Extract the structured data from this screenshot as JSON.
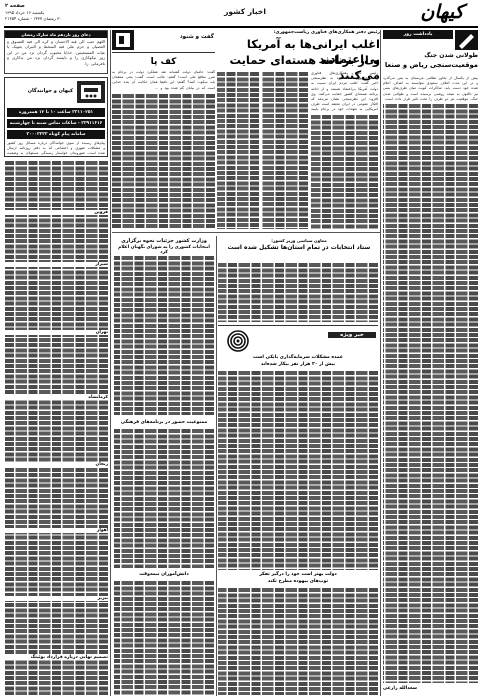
{
  "masthead": {
    "page_label": "صفحه ۲",
    "date_line": "یکشنبه ۱۶ خرداد ۱۳۹۵",
    "issue_line": "۳۰ رمضان ۱۴۳۷ - شماره ۲۱۳۵۴",
    "logo_text": "کیهان",
    "section_title": "اخبار کشور"
  },
  "left_column": {
    "prayer_title": "دعای روز یازدهم ماه مبارک رمضان",
    "prayer_text": "اللهم حبب الی فیه الاحسان و کره الی فیه الفسوق و العصیان و حرم علی فیه السخط و النیران بعونک یا غیاث المستغیثین. خدایا محبوب گردان نزد من در این روز نیکوکاری را و ناپسند گردان نزد من بدکاری و نافرمانی را.",
    "box_label": "کیهان و خوانندگان",
    "phone1": "۳۳۱۱۰۲۵۱ ساعت ۱۰ تا ۱۲ همه‌روزه",
    "phone2": "۳۳۹۱۱۶۱۶ - ساعات تماس شنبه تا چهارشنبه",
    "sms_line": "سامانه پیام کوتاه ۳۰۰۰۳۳۳۳",
    "small_heads": [
      "قزوین",
      "شیراز",
      "تهران",
      "کرمانشاه",
      "زنجان",
      "اهواز",
      "تبریز"
    ],
    "bottom_head": "تصمیم نهایی درباره قرارداد بوئینگ",
    "news_text": "پیام‌های رسیده از سوی خوانندگان درباره مسائل روز کشور و مشکلات شهری و اجتماعی که به دفتر روزنامه ارسال شده است. شهروندان خواستار رسیدگی مسئولان به وضعیت خدمات شهری و قیمت کالاهای اساسی و اجاره‌بها شده‌اند و از مسئولان می‌خواهند پاسخگو باشند."
  },
  "gofteshenid": {
    "box_label": "گفت و شنود",
    "title": "کف پا",
    "text": "گفت: حامیان دولت گفته‌اند نقد عملکرد دولت در برجام به ضرر منافع ملی است! گفتم: جالب است. گفت: یعنی منتقدان باید سکوت کنند؟ گفتم: این دقیقا همان حکایت آن بنده خدایی است که در بیابان گم شده بود و ..."
  },
  "main_story": {
    "kicker": "رئیس دفتر همکاری‌های فناوری ریاست‌جمهوری:",
    "headline_line1": "اغلب ایرانی‌ها به آمریکا بی‌اعتمادند",
    "headline_line2": "و از برنامه هسته‌ای حمایت می‌کنند",
    "text": "رئیس دفتر همکاری‌های فناوری ریاست‌جمهوری با اشاره به نظرسنجی اخیر گفت: اغلب مردم ایران نسبت به دولت آمریکا بی‌اعتماد هستند و از ادامه برنامه هسته‌ای کشور حمایت می‌کنند. وی افزود: این نظرسنجی نشان می‌دهد که افکار عمومی در ایران معتقد است طرف آمریکایی به تعهدات خود در برجام پایبند نبوده و تحریم‌ها همچنان ادامه دارد."
  },
  "middle": {
    "story2_head1": "وزارت کشور جزئیات نحوه برگزاری",
    "story2_head2": "انتخابات کشوری را به شورای نگهبان اعلام کرد",
    "story3_kicker": "معاون سیاسی وزیر کشور:",
    "story3_head1": "ستاد انتخابات در تمام استان‌ها تشکیل شده است",
    "story3_head2": "",
    "label_khabar": "خبر ویژه",
    "story4_head": "عمده مشکلات سرمایه‌گذاری بانکی است",
    "story5_head": "بیش از ۲۰ هزار نفر بیکار شده‌اند",
    "story6_head": "دولت بهتر است خود را درگیر تفکر",
    "story7_head": "توپ‌های بیهوده مطرح نکند",
    "story8_head": "ممنوعیت حضور در برنامه‌های فرهنگی",
    "story9_head": "دانش‌آموزان نیمه‌وقت"
  },
  "right_column": {
    "box_label": "یادداشت روز",
    "title1": "طولانی شدن جنگ",
    "title2": "موقعیت‌سنجی ریاض و صنعا",
    "author": "سعدالله زارعی",
    "text": "بیش از یکسال از تجاوز نظامی عربستان به یمن می‌گذرد و در این مدت ائتلاف سعودی نتوانسته به اهداف اعلام شده خود دست یابد. مذاکرات کویت میان طرف‌های یمنی نیز تاکنون به نتیجه روشنی نرسیده است و طولانی شدن جنگ، موقعیت هر دو طرف را تحت تاثیر قرار داده است."
  }
}
